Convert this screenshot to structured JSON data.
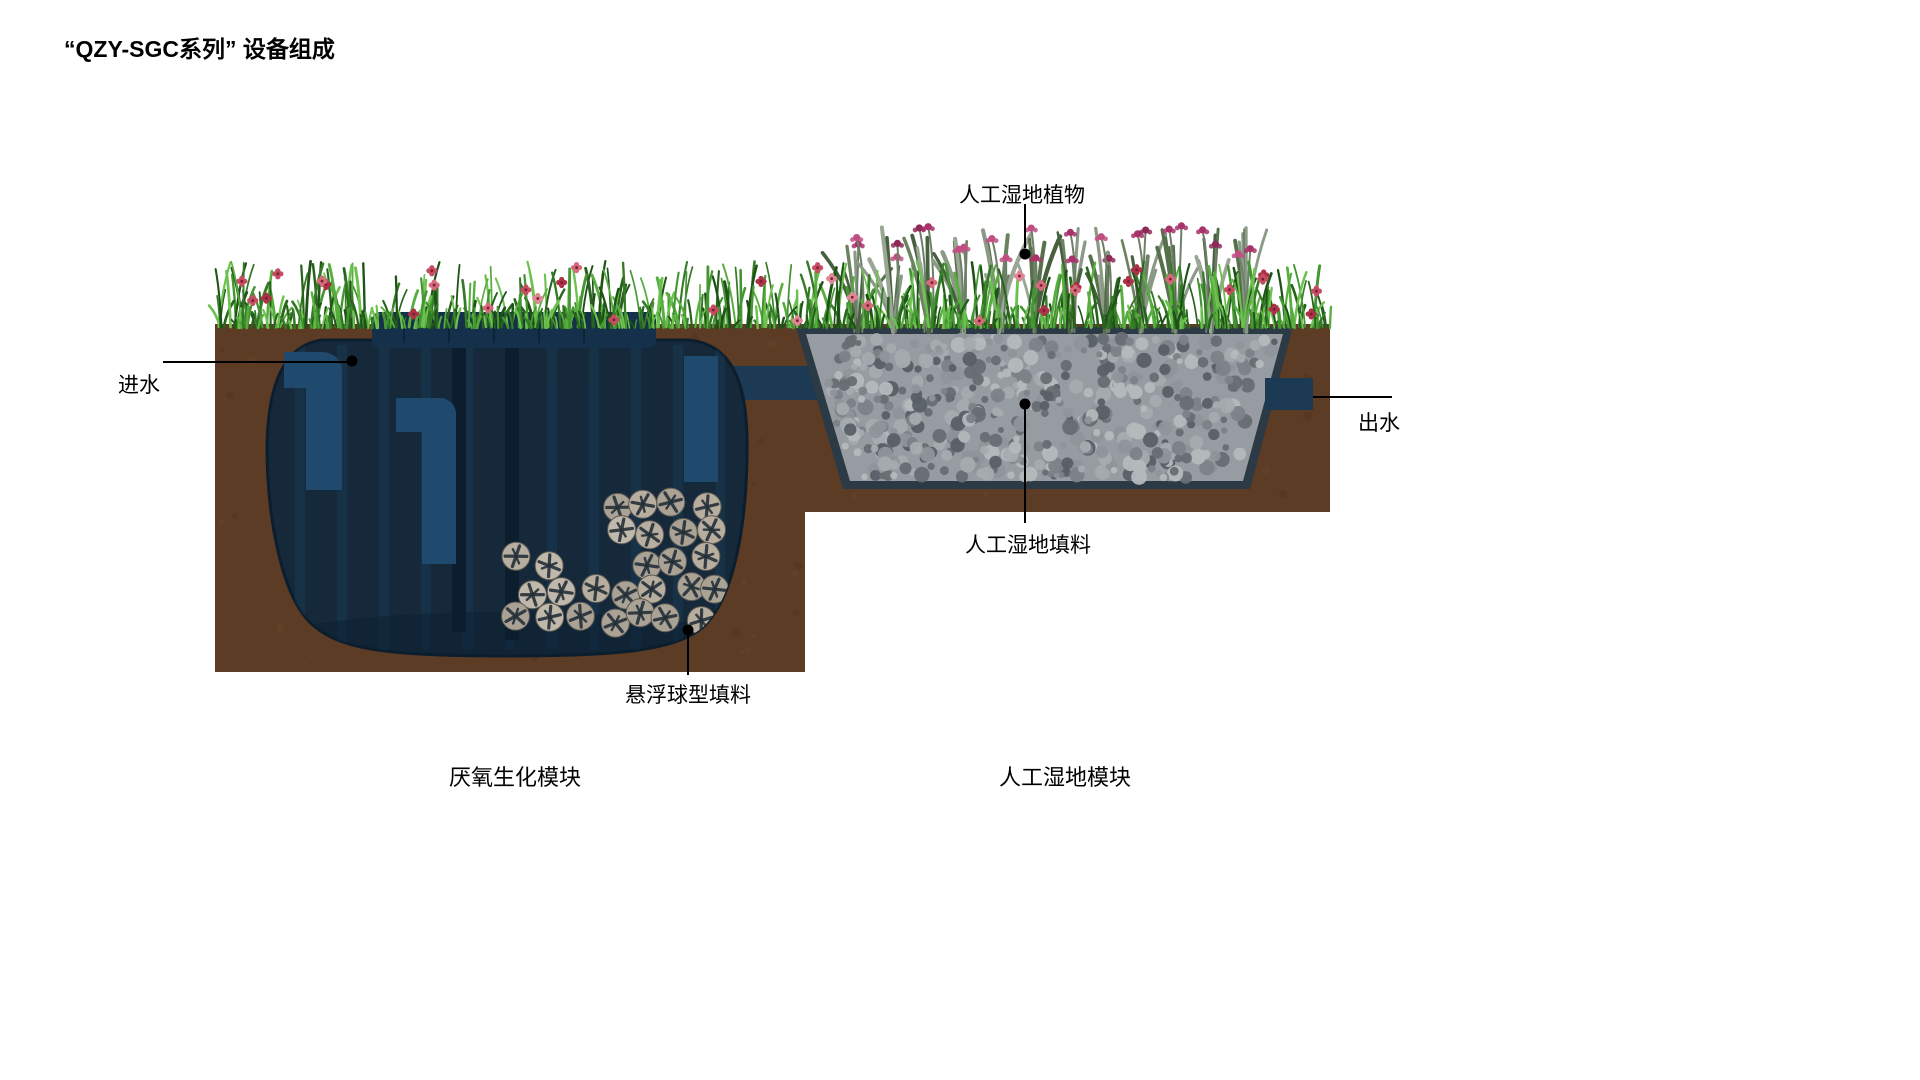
{
  "title": "“QZY-SGC系列” 设备组成",
  "labels": {
    "inlet": "进水",
    "outlet": "出水",
    "wetland_plants": "人工湿地植物",
    "wetland_media": "人工湿地填料",
    "floating_ball_media": "悬浮球型填料",
    "anaerobic_module": "厌氧生化模块",
    "wetland_module": "人工湿地模块"
  },
  "palette": {
    "soil": "#5d3c25",
    "soil_dark": "#4a2f1c",
    "soil_light": "#6e4a2e",
    "tank_body": "#15293b",
    "tank_panel": "#1d4260",
    "tank_dark": "#0c1e2e",
    "tank_lid": "#14304a",
    "pipe": "#1f4a6e",
    "pipe_dark": "#1c3a54",
    "basin_rim": "#2b3a44",
    "gravel_base": "#969ca1",
    "gravel": [
      "#7b8288",
      "#8e959a",
      "#a5abaf",
      "#666d73",
      "#b4b9bc",
      "#585f66"
    ],
    "grass": [
      "#27631d",
      "#357a26",
      "#449632",
      "#58ad3f",
      "#6dc24f",
      "#1e5217"
    ],
    "flower": [
      "#c44d62",
      "#d46a7a",
      "#ad3148",
      "#e08797"
    ],
    "ball": [
      "#b7aea0",
      "#aaa295",
      "#c0b8ab"
    ],
    "ball_line": "#243038",
    "plant_leaf": [
      "#8a9a87",
      "#6b8261",
      "#55704a",
      "#9aa794",
      "#47603e"
    ],
    "plant_stem": "#6e7f68",
    "plant_flower": [
      "#a8336a",
      "#8f2a58",
      "#bf4f83"
    ],
    "leader": "#000000"
  }
}
